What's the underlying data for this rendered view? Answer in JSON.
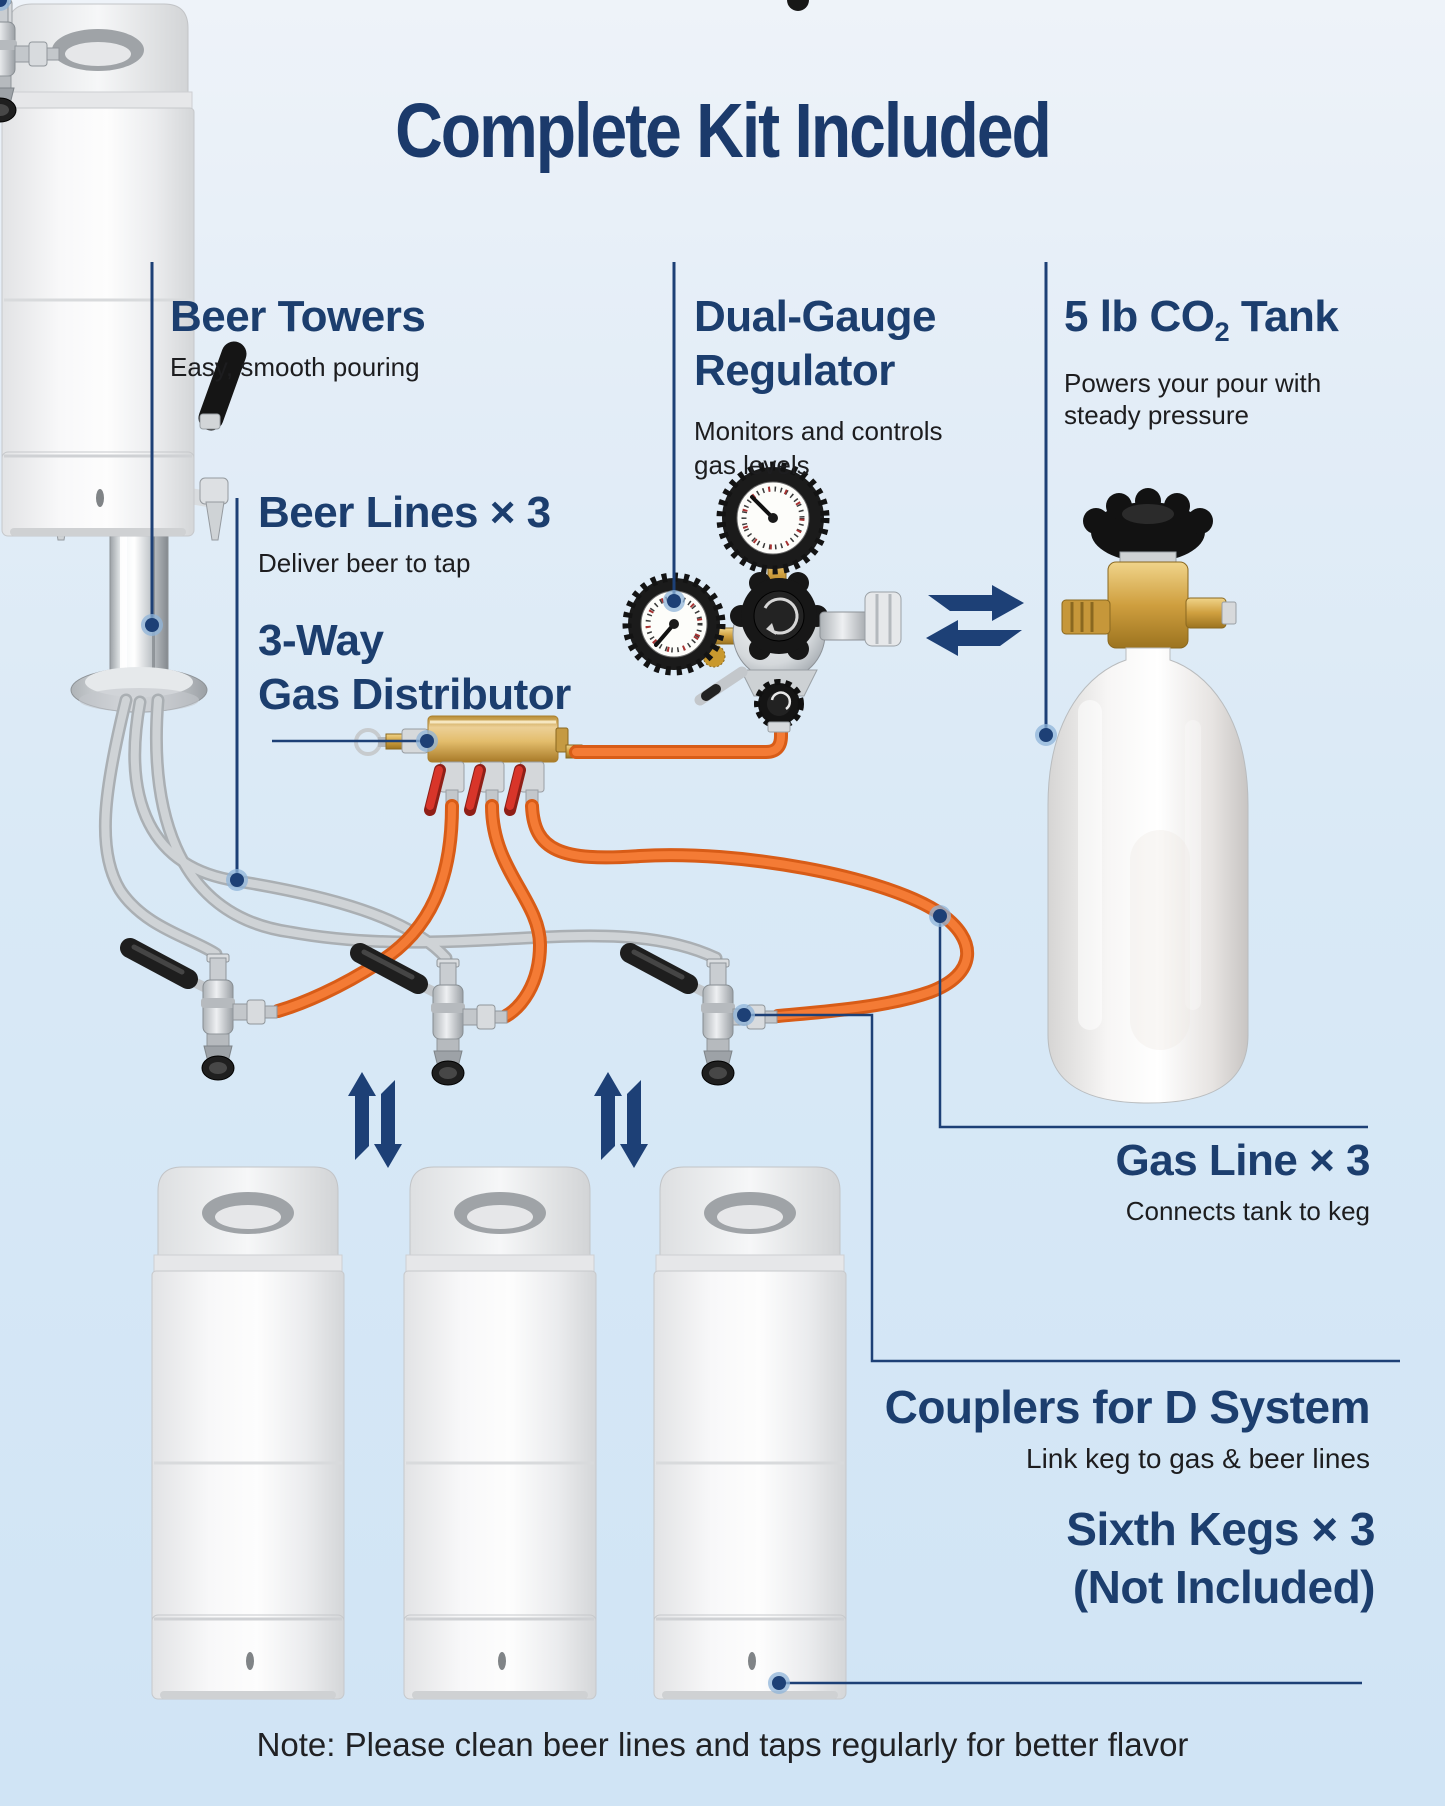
{
  "colors": {
    "accent_navy": "#1c3e6e",
    "leader_line_navy": "#1d4076",
    "gas_line_orange": "#ec6c28",
    "beer_line_gray": "#c6cacc",
    "brass_gold": "#d9ae55",
    "text_dark": "#1d1d1f",
    "background_top": "#eef3f9",
    "background_bottom": "#d0e4f5"
  },
  "header": {
    "title": "Complete Kit Included"
  },
  "callouts": {
    "beer_towers": {
      "title": "Beer Towers",
      "subtitle": "Easy, smooth pouring"
    },
    "beer_lines": {
      "title": "Beer Lines × 3",
      "subtitle": "Deliver beer to tap"
    },
    "gas_distributor": {
      "title_line1": "3-Way",
      "title_line2": "Gas Distributor"
    },
    "dual_gauge_regulator": {
      "title_line1": "Dual-Gauge",
      "title_line2": "Regulator",
      "subtitle": "Monitors and controls gas levels"
    },
    "co2_tank": {
      "title_prefix": "5 lb CO",
      "title_subscript": "2",
      "title_suffix": " Tank",
      "subtitle": "Powers your pour with steady pressure"
    },
    "gas_line": {
      "title": "Gas Line × 3",
      "subtitle": "Connects tank to keg"
    },
    "couplers": {
      "title": "Couplers for D System",
      "subtitle": "Link keg to gas & beer lines"
    },
    "sixth_kegs": {
      "title_line1": "Sixth Kegs × 3",
      "title_line2": "(Not Included)"
    }
  },
  "footer": {
    "note": "Note: Please clean beer lines and taps regularly for better flavor"
  }
}
